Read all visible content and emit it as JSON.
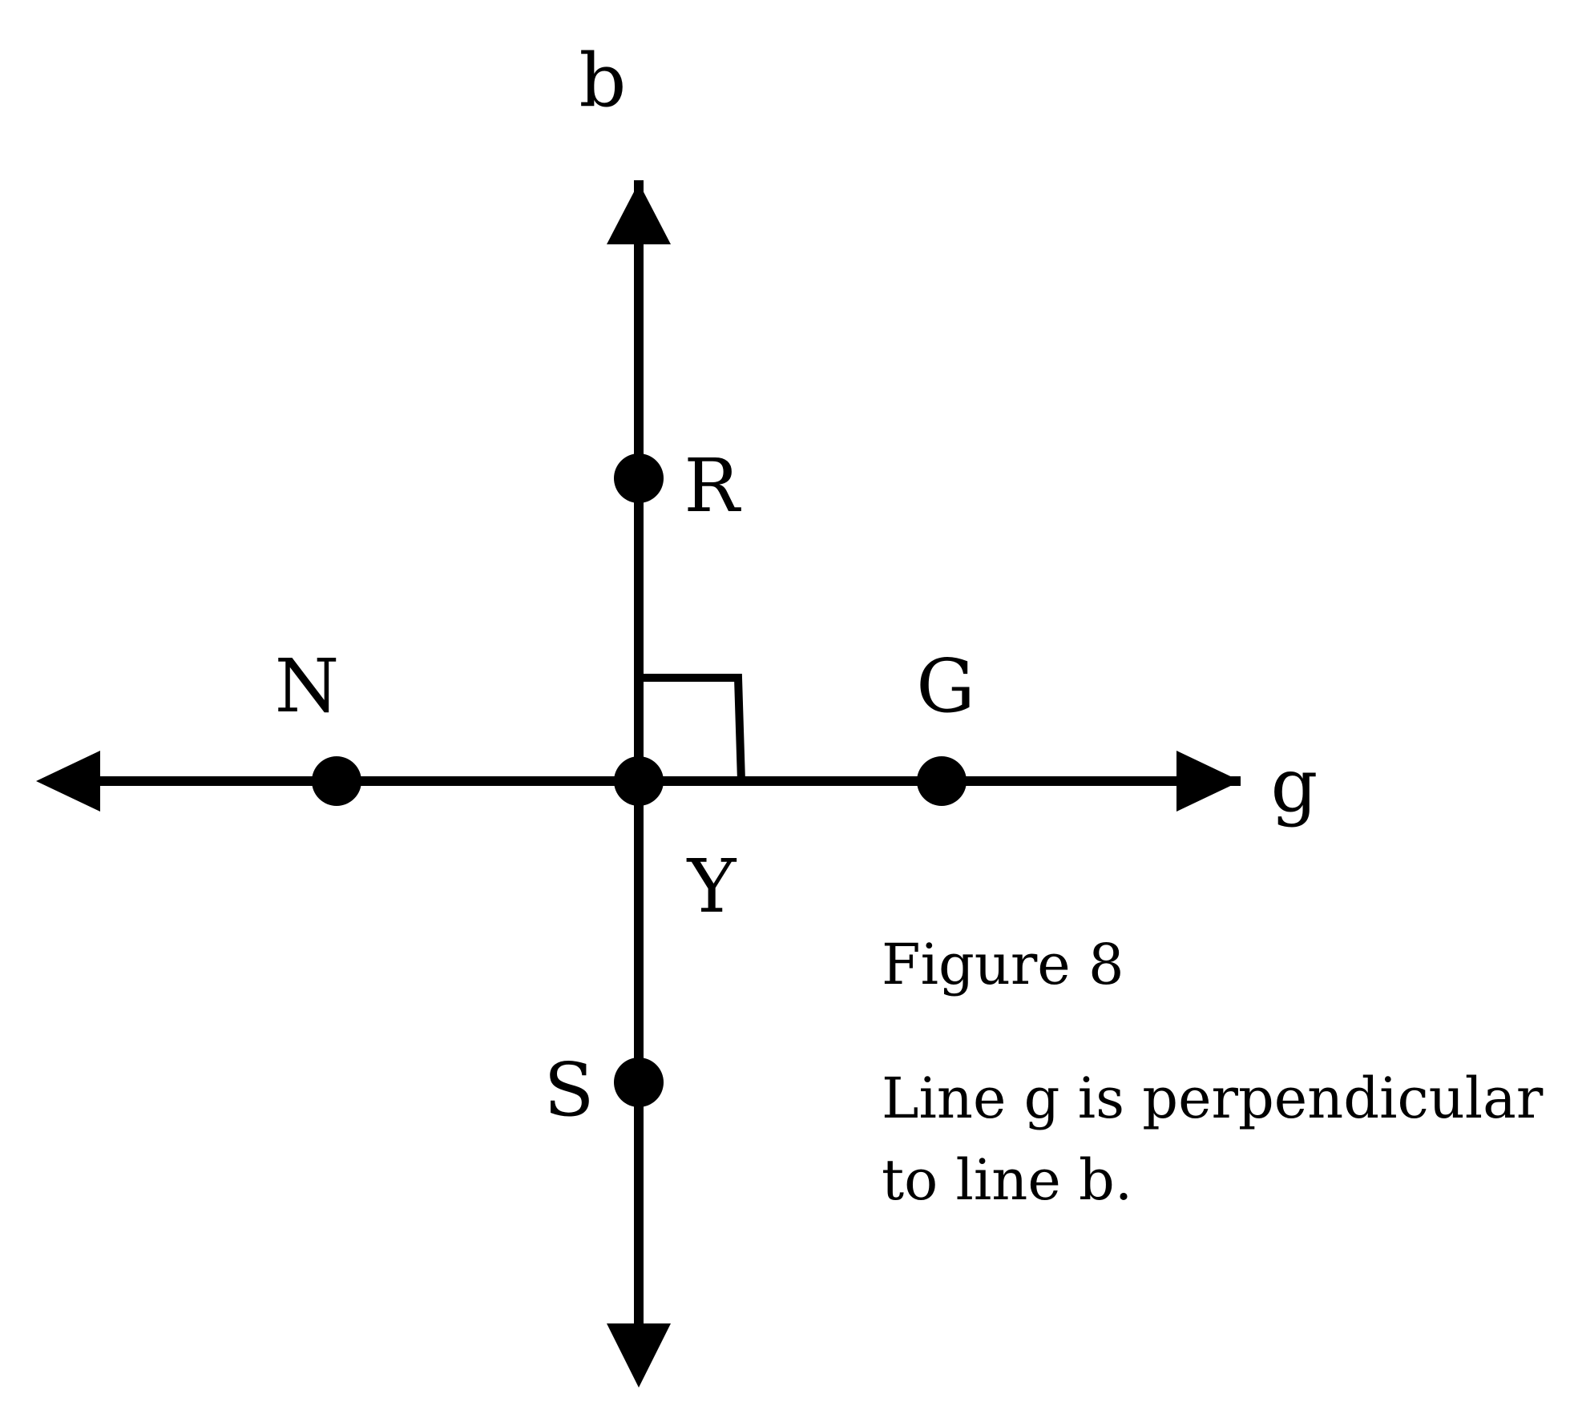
{
  "lines": {
    "b": "b",
    "g": "g"
  },
  "points": {
    "R": "R",
    "N": "N",
    "G": "G",
    "Y": "Y",
    "S": "S"
  },
  "caption": {
    "title": "Figure 8",
    "line1": "Line g is perpendicular",
    "line2": "to line b."
  },
  "colors": {
    "ink": "#000000",
    "background": "#ffffff"
  }
}
